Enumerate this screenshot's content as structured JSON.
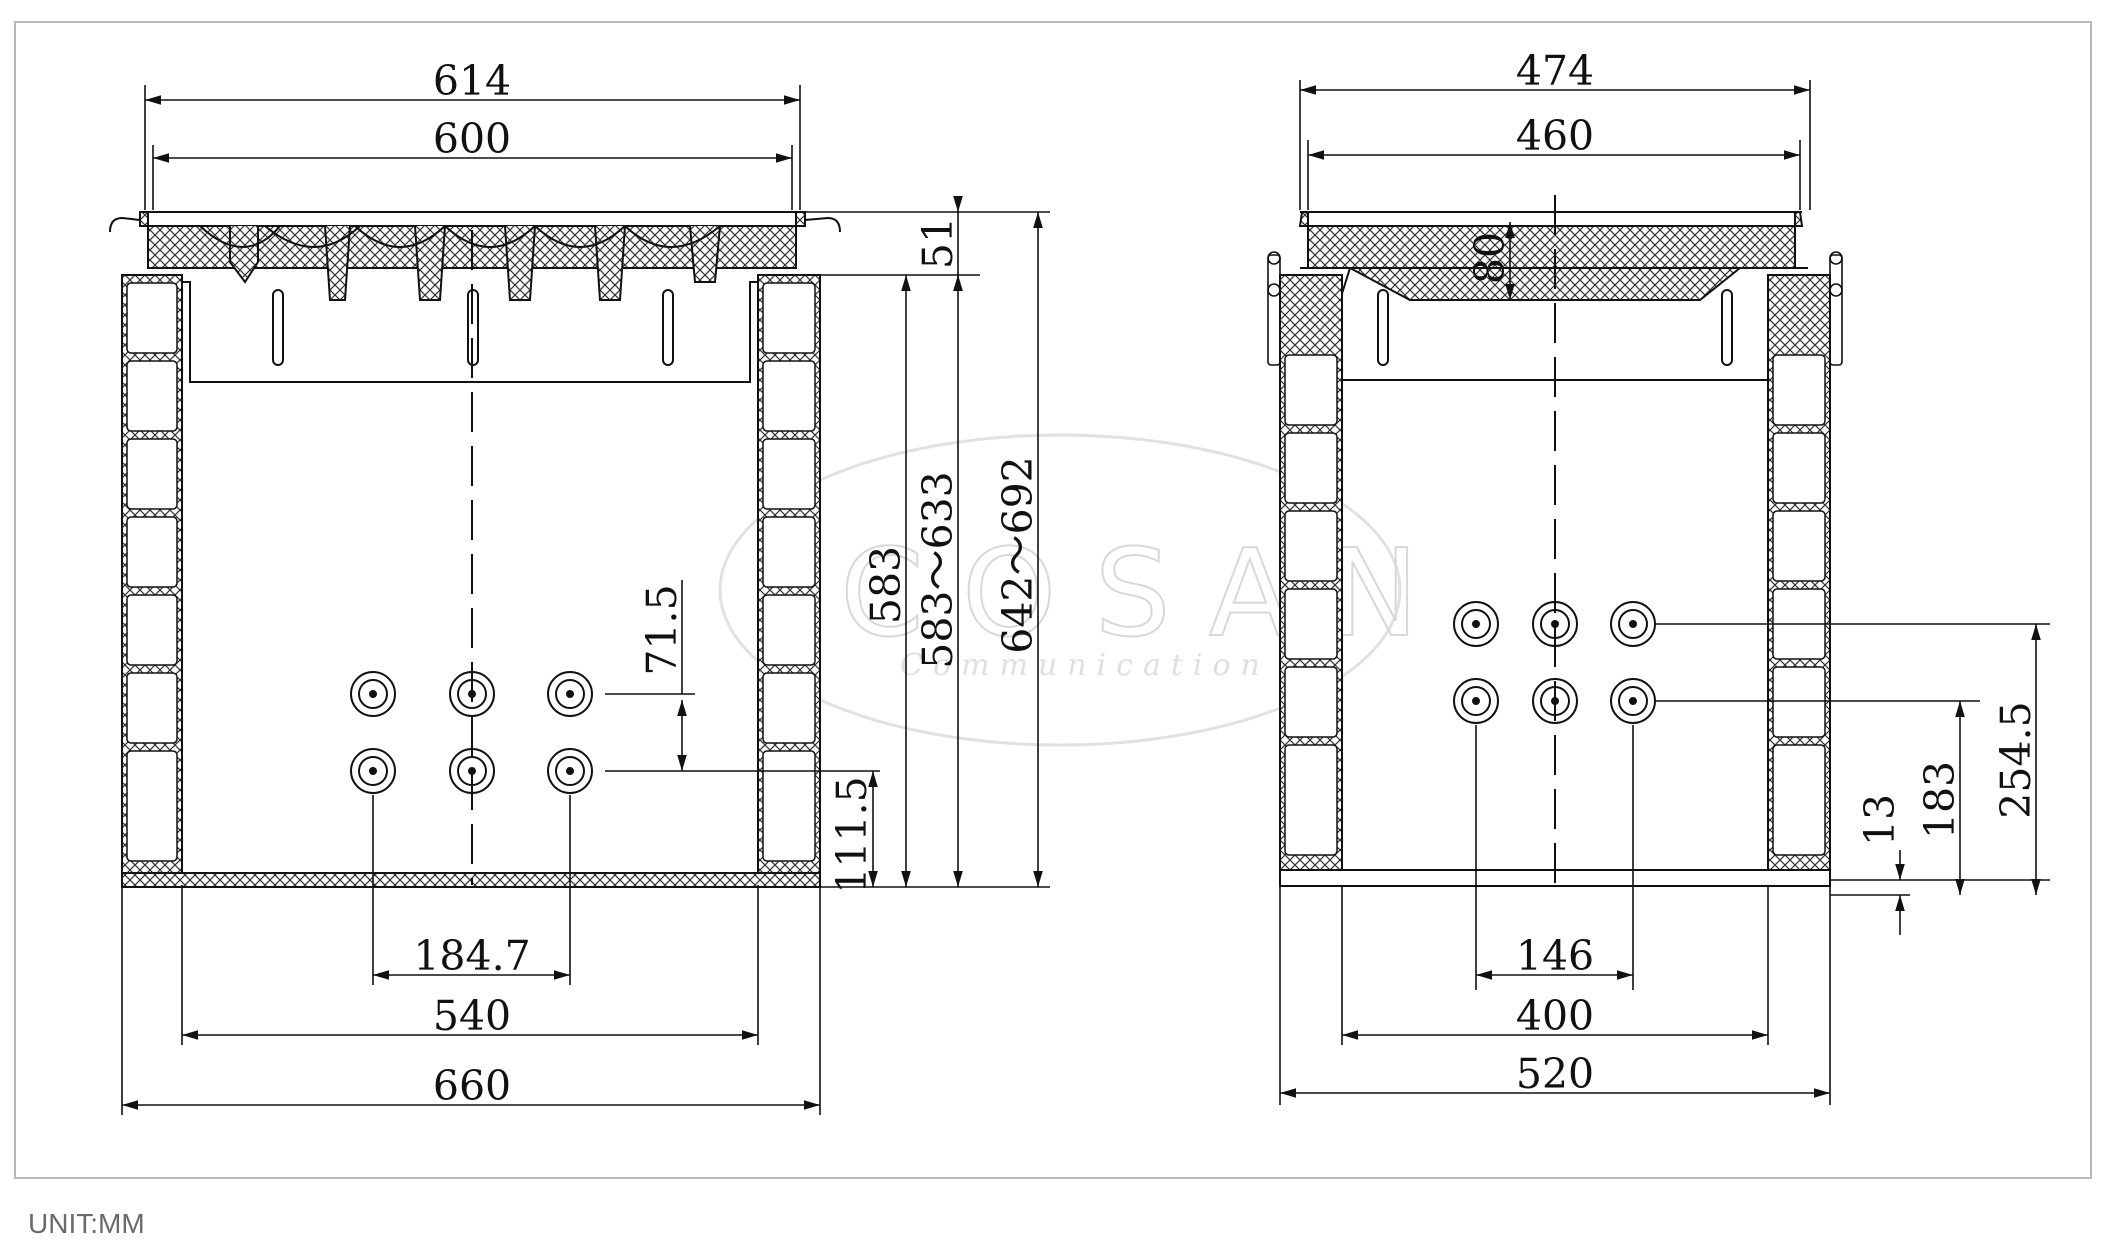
{
  "unit_label": "UNIT:MM",
  "watermark": "C O S A N",
  "watermark_sub": "Communication",
  "front_view": {
    "dim_top_outer": "614",
    "dim_top_inner": "600",
    "dim_lid_thickness": "51",
    "dim_body_height": "583",
    "dim_body_range": "583～633",
    "dim_total_range": "642～692",
    "dim_hole_spacing_v": "71.5",
    "dim_hole_from_bottom": "111.5",
    "dim_hole_spacing_h": "184.7",
    "dim_inner_width": "540",
    "dim_outer_width": "660"
  },
  "side_view": {
    "dim_top_outer": "474",
    "dim_top_inner": "460",
    "dim_lid_depth": "80",
    "dim_upper_holes": "254.5",
    "dim_lower_holes": "183",
    "dim_floor": "13",
    "dim_hole_spacing_h": "146",
    "dim_inner_width": "400",
    "dim_outer_width": "520"
  }
}
